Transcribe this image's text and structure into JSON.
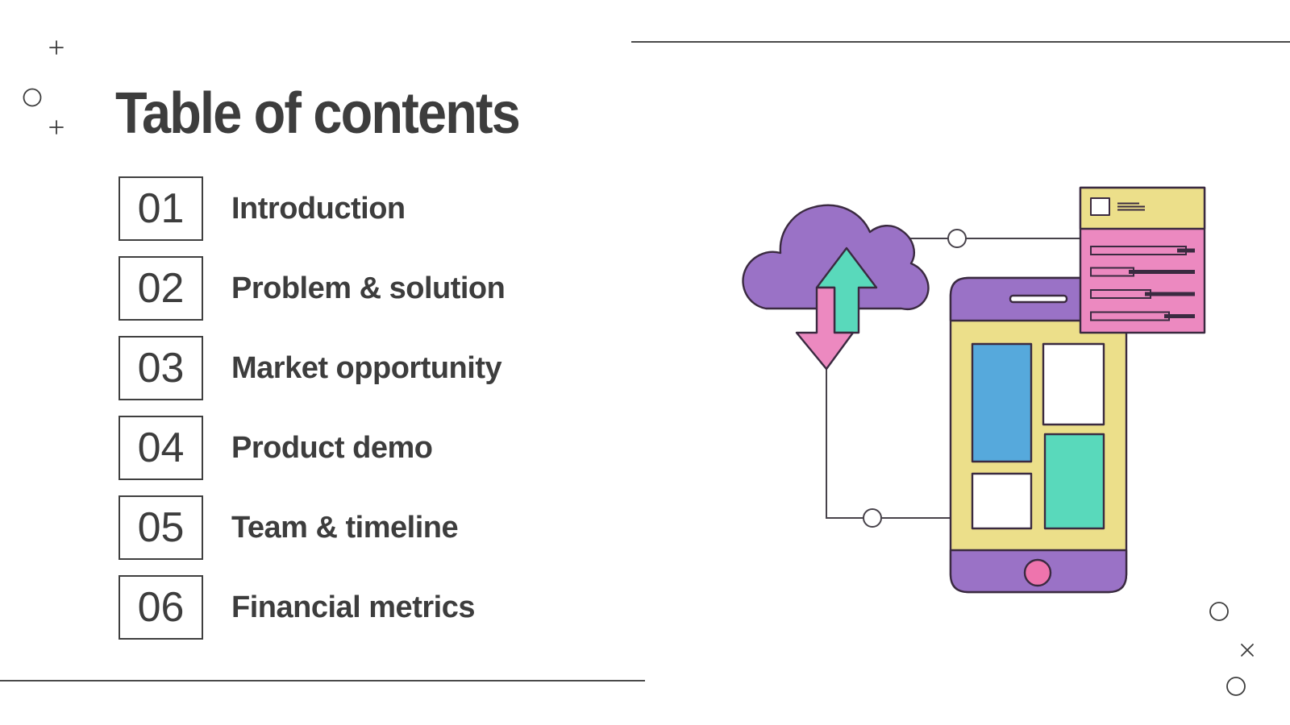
{
  "slide": {
    "title": "Table of contents",
    "toc": [
      {
        "number": "01",
        "label": "Introduction"
      },
      {
        "number": "02",
        "label": "Problem & solution"
      },
      {
        "number": "03",
        "label": "Market opportunity"
      },
      {
        "number": "04",
        "label": "Product demo"
      },
      {
        "number": "05",
        "label": "Team & timeline"
      },
      {
        "number": "06",
        "label": "Financial metrics"
      }
    ]
  },
  "illustration": {
    "name": "cloud-sync-with-smartphone-and-report-panel",
    "colors": {
      "purple": "#9a72c6",
      "pink": "#ec89c0",
      "yellow": "#ecdf8a",
      "teal": "#59d9bb",
      "blue": "#56a9dc",
      "home_button_pink": "#ee74ad",
      "outline": "#3a2a40",
      "connector_gray": "#47424a",
      "mark_gray": "#3d3d3d",
      "text_gray": "#3d3d3d"
    }
  }
}
